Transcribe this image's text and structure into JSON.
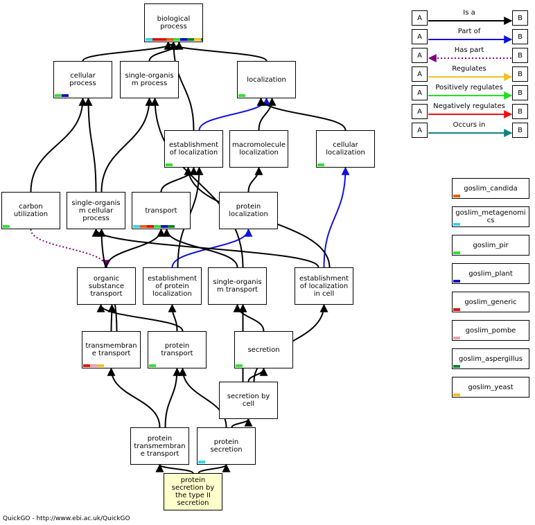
{
  "footer": "QuickGO - http://www.ebi.ac.uk/QuickGO",
  "colors": {
    "candida": "#e06010",
    "metagenomics": "#30d8e8",
    "pir": "#30e030",
    "plant": "#1010c0",
    "generic": "#e01010",
    "pombe": "#f0a0a8",
    "aspergillus": "#108030",
    "yeast": "#f0c020",
    "is_a": "#000000",
    "part_of": "#1010e0",
    "has_part": "#800080",
    "regulates": "#f0c020",
    "positively_regulates": "#20e020",
    "negatively_regulates": "#f01010",
    "occurs_in": "#108080"
  },
  "legend": {
    "relations": [
      {
        "a": "A",
        "b": "B",
        "label": "Is a",
        "color": "#000000",
        "style": "solid",
        "dir": "right"
      },
      {
        "a": "A",
        "b": "B",
        "label": "Part of",
        "color": "#1010e0",
        "style": "solid",
        "dir": "right"
      },
      {
        "a": "A",
        "b": "B",
        "label": "Has part",
        "color": "#800080",
        "style": "dotted",
        "dir": "left"
      },
      {
        "a": "A",
        "b": "B",
        "label": "Regulates",
        "color": "#f0c020",
        "style": "solid",
        "dir": "right"
      },
      {
        "a": "A",
        "b": "B",
        "label": "Positively regulates",
        "color": "#20e020",
        "style": "solid",
        "dir": "right"
      },
      {
        "a": "A",
        "b": "B",
        "label": "Negatively regulates",
        "color": "#f01010",
        "style": "solid",
        "dir": "right"
      },
      {
        "a": "A",
        "b": "B",
        "label": "Occurs in",
        "color": "#108080",
        "style": "solid",
        "dir": "right"
      }
    ],
    "slims": [
      {
        "name": "goslim_candida",
        "color": "#e06010"
      },
      {
        "name": "goslim_metagenomi\ncs",
        "color": "#30d8e8"
      },
      {
        "name": "goslim_pir",
        "color": "#30e030"
      },
      {
        "name": "goslim_plant",
        "color": "#1010c0"
      },
      {
        "name": "goslim_generic",
        "color": "#e01010"
      },
      {
        "name": "goslim_pombe",
        "color": "#f0a0a8"
      },
      {
        "name": "goslim_aspergillus",
        "color": "#108030"
      },
      {
        "name": "goslim_yeast",
        "color": "#f0c020"
      }
    ]
  },
  "nodes": {
    "biological_process": {
      "label": "biological\nprocess",
      "slims": [
        "metagenomics",
        "generic",
        "generic",
        "candida",
        "pir",
        "plant",
        "aspergillus",
        "yeast",
        "aspergillus"
      ]
    },
    "cellular_process": {
      "label": "cellular\nprocess",
      "slims": [
        "pir",
        "plant"
      ]
    },
    "single_organism_process": {
      "label": "single-organis\nm process",
      "slims": []
    },
    "localization": {
      "label": "localization",
      "slims": [
        "pir"
      ]
    },
    "establishment_of_localization": {
      "label": "establishment\nof localization",
      "slims": [
        "pir"
      ]
    },
    "macromolecule_localization": {
      "label": "macromolecule\nlocalization",
      "slims": []
    },
    "cellular_localization": {
      "label": "cellular\nlocalization",
      "slims": [
        "pir"
      ]
    },
    "carbon_utilization": {
      "label": "carbon\nutilization",
      "slims": [
        "pir"
      ]
    },
    "single_organism_cellular_process": {
      "label": "single-organis\nm cellular\nprocess",
      "slims": []
    },
    "transport": {
      "label": "transport",
      "slims": [
        "metagenomics",
        "candida",
        "generic",
        "pir",
        "plant",
        "aspergillus"
      ]
    },
    "protein_localization": {
      "label": "protein\nlocalization",
      "slims": []
    },
    "organic_substance_transport": {
      "label": "organic\nsubstance\ntransport",
      "slims": []
    },
    "establishment_of_protein_localization": {
      "label": "establishment\nof protein\nlocalization",
      "slims": []
    },
    "single_organism_transport": {
      "label": "single-organis\nm transport",
      "slims": []
    },
    "establishment_of_localization_in_cell": {
      "label": "establishment\nof localization\nin cell",
      "slims": []
    },
    "transmembrane_transport": {
      "label": "transmembran\ne transport",
      "slims": [
        "generic",
        "pombe",
        "yeast"
      ]
    },
    "protein_transport": {
      "label": "protein\ntransport",
      "slims": [
        "pir"
      ]
    },
    "secretion": {
      "label": "secretion",
      "slims": [
        "pir"
      ]
    },
    "secretion_by_cell": {
      "label": "secretion by\ncell",
      "slims": []
    },
    "protein_transmembrane_transport": {
      "label": "protein\ntransmembran\ne transport",
      "slims": []
    },
    "protein_secretion": {
      "label": "protein\nsecretion",
      "slims": [
        "metagenomics"
      ]
    },
    "protein_secretion_type_ii": {
      "label": "protein\nsecretion by\nthe type II\nsecretion",
      "slims": []
    }
  },
  "edges": [
    {
      "from": "cellular_process",
      "to": "biological_process",
      "rel": "is_a"
    },
    {
      "from": "single_organism_process",
      "to": "biological_process",
      "rel": "is_a"
    },
    {
      "from": "localization",
      "to": "biological_process",
      "rel": "is_a"
    },
    {
      "from": "establishment_of_localization",
      "to": "biological_process",
      "rel": "is_a"
    },
    {
      "from": "establishment_of_localization",
      "to": "localization",
      "rel": "part_of"
    },
    {
      "from": "macromolecule_localization",
      "to": "localization",
      "rel": "is_a"
    },
    {
      "from": "cellular_localization",
      "to": "localization",
      "rel": "is_a"
    },
    {
      "from": "carbon_utilization",
      "to": "cellular_process",
      "rel": "is_a"
    },
    {
      "from": "single_organism_cellular_process",
      "to": "cellular_process",
      "rel": "is_a"
    },
    {
      "from": "single_organism_cellular_process",
      "to": "single_organism_process",
      "rel": "is_a"
    },
    {
      "from": "transport",
      "to": "establishment_of_localization",
      "rel": "is_a"
    },
    {
      "from": "protein_localization",
      "to": "macromolecule_localization",
      "rel": "is_a"
    },
    {
      "from": "carbon_utilization",
      "to": "organic_substance_transport",
      "rel": "has_part"
    },
    {
      "from": "organic_substance_transport",
      "to": "transport",
      "rel": "is_a"
    },
    {
      "from": "establishment_of_protein_localization",
      "to": "protein_localization",
      "rel": "part_of"
    },
    {
      "from": "establishment_of_protein_localization",
      "to": "establishment_of_localization",
      "rel": "is_a"
    },
    {
      "from": "single_organism_transport",
      "to": "transport",
      "rel": "is_a"
    },
    {
      "from": "single_organism_transport",
      "to": "single_organism_process",
      "rel": "is_a"
    },
    {
      "from": "establishment_of_localization_in_cell",
      "to": "cellular_localization",
      "rel": "part_of"
    },
    {
      "from": "establishment_of_localization_in_cell",
      "to": "establishment_of_localization",
      "rel": "is_a"
    },
    {
      "from": "establishment_of_localization_in_cell",
      "to": "single_organism_cellular_process",
      "rel": "is_a"
    },
    {
      "from": "transmembrane_transport",
      "to": "organic_substance_transport",
      "rel": "is_a"
    },
    {
      "from": "transmembrane_transport",
      "to": "single_organism_cellular_process",
      "rel": "is_a"
    },
    {
      "from": "protein_transport",
      "to": "establishment_of_protein_localization",
      "rel": "is_a"
    },
    {
      "from": "protein_transport",
      "to": "organic_substance_transport",
      "rel": "is_a"
    },
    {
      "from": "secretion",
      "to": "single_organism_transport",
      "rel": "is_a"
    },
    {
      "from": "secretion_by_cell",
      "to": "secretion",
      "rel": "is_a"
    },
    {
      "from": "secretion_by_cell",
      "to": "establishment_of_localization_in_cell",
      "rel": "is_a"
    },
    {
      "from": "secretion_by_cell",
      "to": "single_organism_transport",
      "rel": "is_a"
    },
    {
      "from": "protein_transmembrane_transport",
      "to": "transmembrane_transport",
      "rel": "is_a"
    },
    {
      "from": "protein_transmembrane_transport",
      "to": "protein_transport",
      "rel": "is_a"
    },
    {
      "from": "protein_secretion",
      "to": "protein_transport",
      "rel": "is_a"
    },
    {
      "from": "protein_secretion",
      "to": "secretion_by_cell",
      "rel": "is_a"
    },
    {
      "from": "protein_secretion_type_ii",
      "to": "protein_transmembrane_transport",
      "rel": "is_a"
    },
    {
      "from": "protein_secretion_type_ii",
      "to": "protein_secretion",
      "rel": "is_a"
    }
  ]
}
